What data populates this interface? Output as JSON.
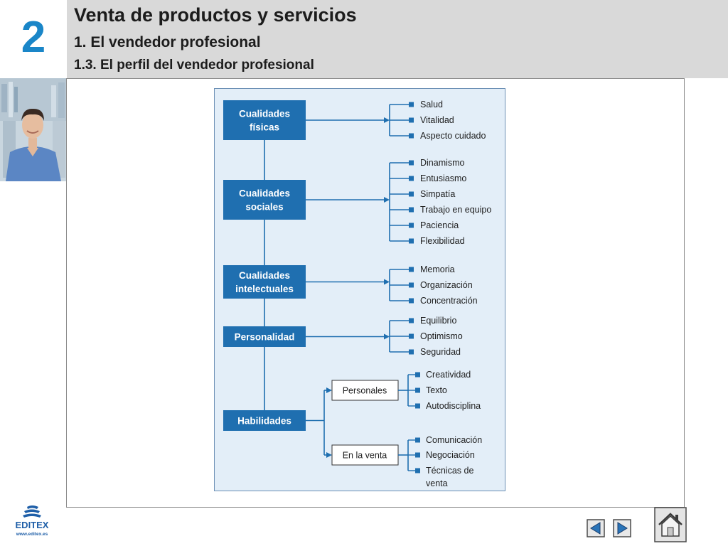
{
  "header": {
    "chapter_number": "2",
    "title": "Venta de productos y servicios",
    "subtitle": "1. El vendedor profesional",
    "section": "1.3. El perfil del vendedor profesional"
  },
  "diagram": {
    "categories": [
      {
        "label_lines": [
          "Cualidades",
          "físicas"
        ],
        "items": [
          "Salud",
          "Vitalidad",
          "Aspecto cuidado"
        ]
      },
      {
        "label_lines": [
          "Cualidades",
          "sociales"
        ],
        "items": [
          "Dinamismo",
          "Entusiasmo",
          "Simpatía",
          "Trabajo en equipo",
          "Paciencia",
          "Flexibilidad"
        ]
      },
      {
        "label_lines": [
          "Cualidades",
          "intelectuales"
        ],
        "items": [
          "Memoria",
          "Organización",
          "Concentración"
        ]
      },
      {
        "label_lines": [
          "Personalidad"
        ],
        "items": [
          "Equilibrio",
          "Optimismo",
          "Seguridad"
        ]
      },
      {
        "label_lines": [
          "Habilidades"
        ],
        "subgroups": [
          {
            "label": "Personales",
            "items": [
              "Creatividad",
              "Texto",
              "Autodisciplina"
            ]
          },
          {
            "label": "En la venta",
            "items": [
              "Comunicación",
              "Negociación",
              "Técnicas de venta"
            ]
          }
        ]
      }
    ]
  },
  "footer": {
    "logo_text": "EDITEX",
    "logo_url": "www.editex.es",
    "prev_icon": "triangle-left-icon",
    "next_icon": "triangle-right-icon",
    "home_icon": "house-icon"
  },
  "colors": {
    "accent": "#1a86c8",
    "box_blue": "#1f6fb0",
    "panel_bg": "#e3eef8",
    "header_bg": "#d9d9d9"
  }
}
